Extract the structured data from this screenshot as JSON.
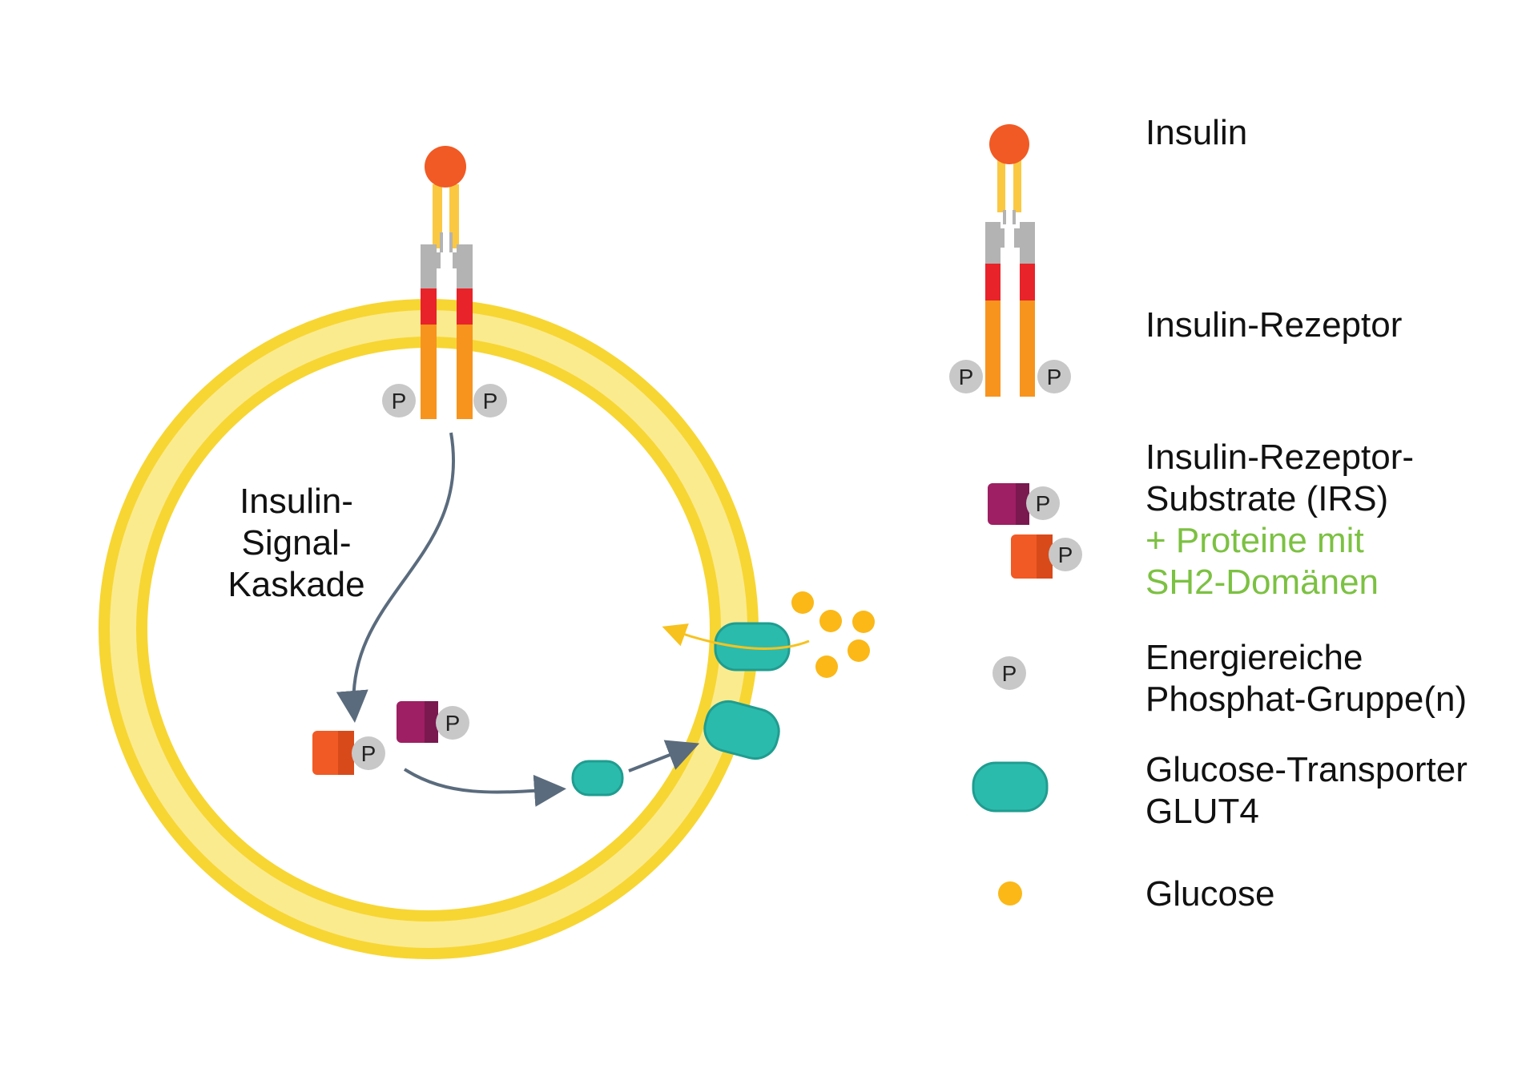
{
  "phosphate_label": "P",
  "cascade_label": [
    "Insulin-",
    "Signal-",
    "Kaskade"
  ],
  "legend": {
    "insulin": "Insulin",
    "receptor": "Insulin-Rezeptor",
    "irs": [
      "Insulin-Rezeptor-",
      "Substrate (IRS)"
    ],
    "sh2": [
      "+ Proteine mit",
      "SH2-Domänen"
    ],
    "phosphate": [
      "Energiereiche",
      "Phosphat-Gruppe(n)"
    ],
    "glut4": [
      "Glucose-Transporter",
      "GLUT4"
    ],
    "glucose": "Glucose"
  },
  "colors": {
    "membrane": "#f7d633",
    "membrane_light": "#fbeb8f",
    "insulin": "#f15a24",
    "receptor_gray": "#b3b3b3",
    "receptor_red": "#e8232a",
    "receptor_orange": "#f7941d",
    "insulin_stalk": "#fbc842",
    "irs_purple": "#9e1f63",
    "sh2_orange": "#f15a24",
    "phosphate_gray": "#c8c8c8",
    "glut4": "#2bbbad",
    "glucose": "#fbb817",
    "arrow": "#5a6b7d",
    "green_text": "#7cc142"
  }
}
